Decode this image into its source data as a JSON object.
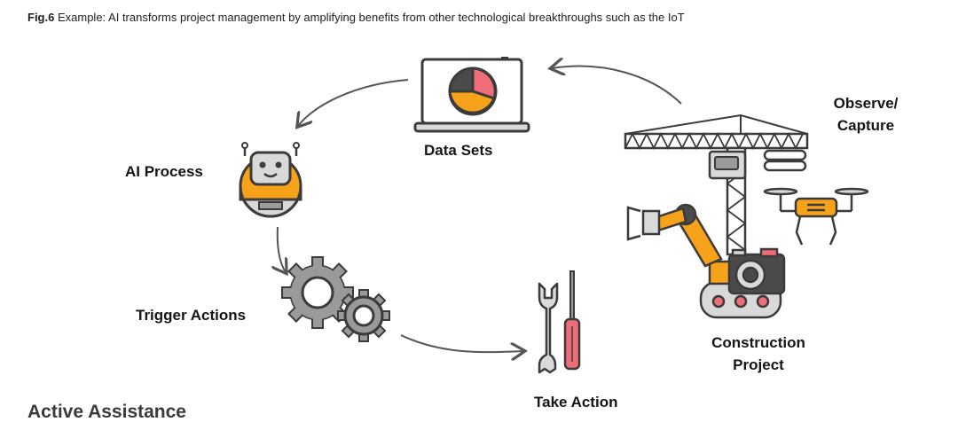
{
  "caption": {
    "prefix": "Fig.6",
    "text": "Example: AI transforms project management by amplifying benefits from other technological breakthroughs such as the IoT"
  },
  "nodes": {
    "data_sets": "Data Sets",
    "ai_process": "AI Process",
    "trigger_actions": "Trigger Actions",
    "take_action": "Take Action",
    "observe_line1": "Observe/",
    "observe_line2": "Capture",
    "construction_line1": "Construction",
    "construction_line2": "Project"
  },
  "footer": {
    "title": "Active Assistance"
  },
  "colors": {
    "outline": "#3b3b3b",
    "orange": "#f7a21b",
    "pink": "#ef6c79",
    "gray": "#9a9a9a",
    "light_gray": "#d9d9d9",
    "dark_gray": "#4a4a4a",
    "arrow": "#555555"
  },
  "icons": [
    "laptop-pie-icon",
    "robot-head-icon",
    "gears-icon",
    "wrench-screwdriver-icon",
    "crane-icon",
    "robot-arm-icon",
    "drone-icon",
    "camera-icon"
  ]
}
